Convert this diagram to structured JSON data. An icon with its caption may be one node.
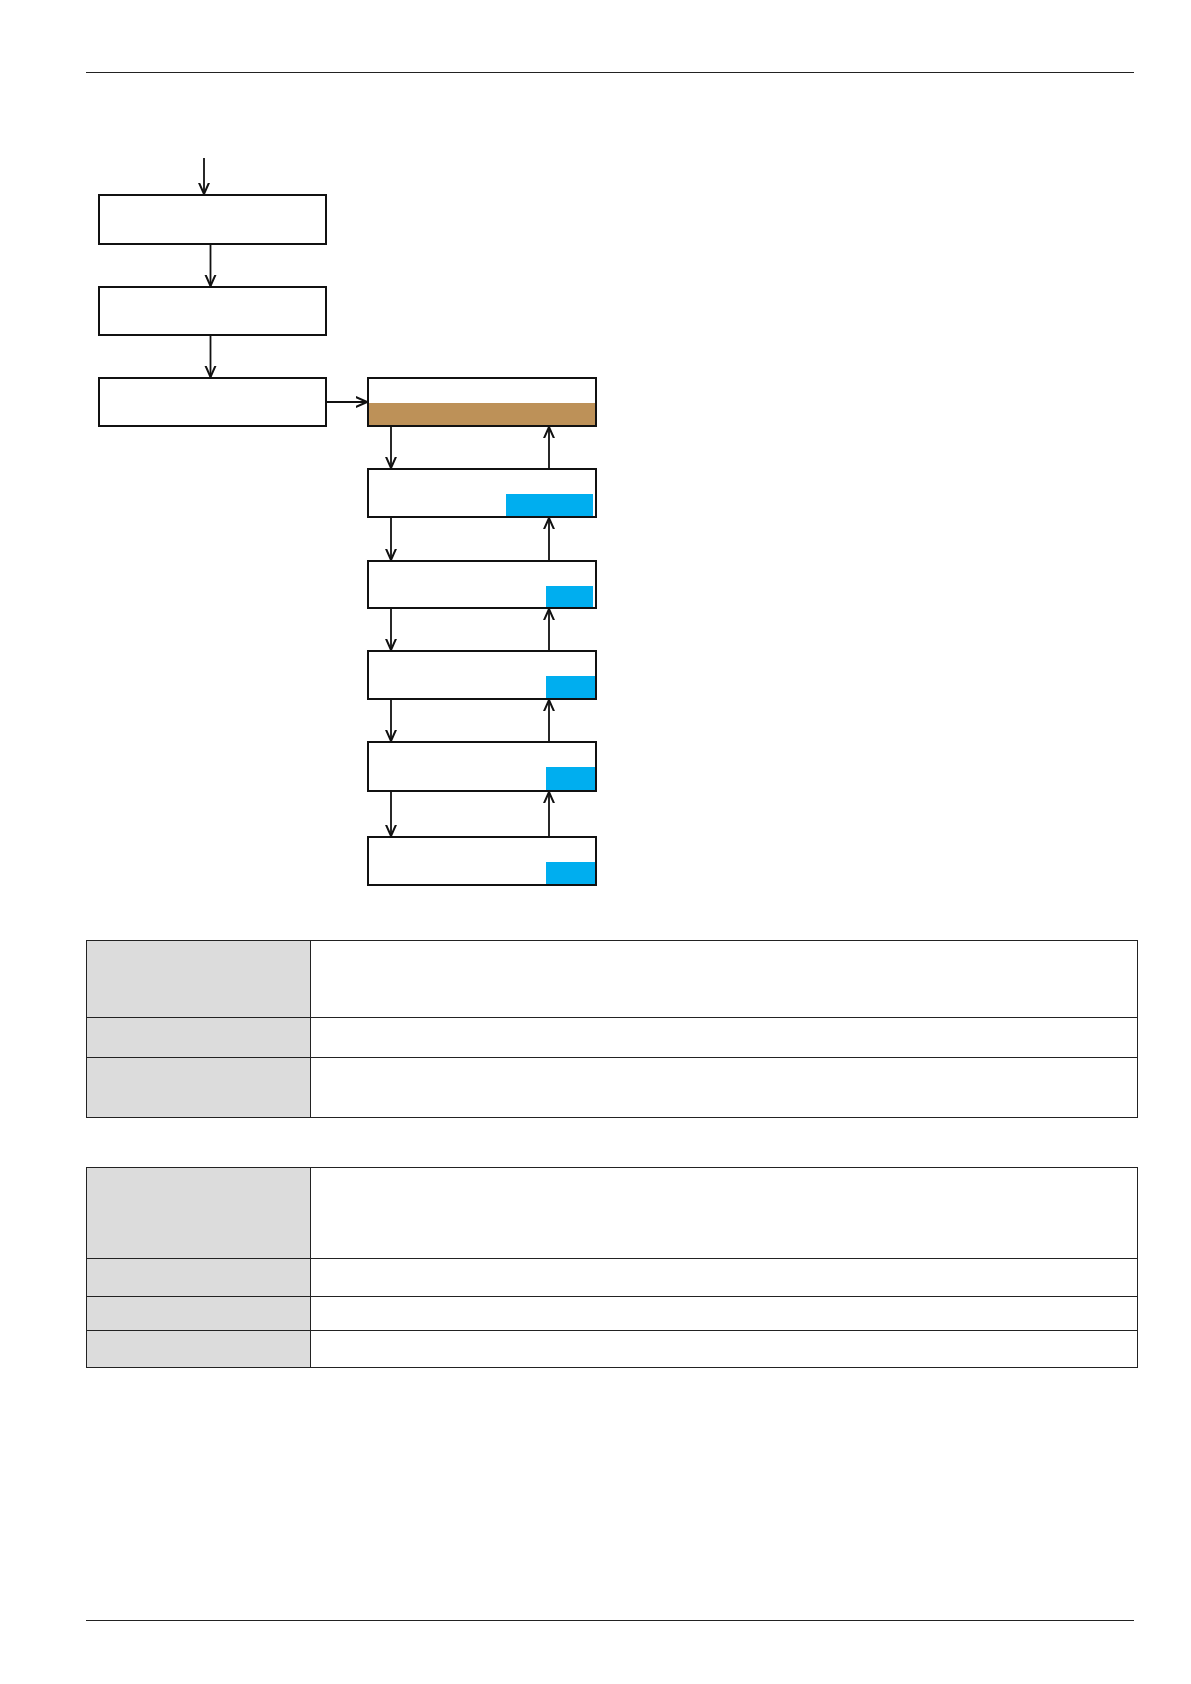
{
  "diagram": {
    "nodes": [
      {
        "text": [],
        "shape": "box"
      },
      {
        "text": [],
        "shape": "box"
      },
      {
        "text": [],
        "shape": "box"
      },
      {
        "text": [],
        "shape": "box"
      },
      {
        "text": [],
        "shape": "box"
      },
      {
        "text": [],
        "shape": "box"
      },
      {
        "text": [],
        "shape": "box"
      },
      {
        "text": [],
        "shape": "box"
      },
      {
        "text": [],
        "shape": "box"
      }
    ],
    "edges": [
      {
        "from": null,
        "to": 0,
        "arrow": "to"
      },
      {
        "from": 0,
        "to": 1,
        "arrow": "to"
      },
      {
        "from": 1,
        "to": 2,
        "arrow": "to"
      },
      {
        "from": 2,
        "to": 3,
        "arrow": "to"
      },
      {
        "from": 3,
        "to": 4,
        "arrow": "to"
      },
      {
        "from": 4,
        "to": 3,
        "arrow": "to"
      },
      {
        "from": 4,
        "to": 5,
        "arrow": "to"
      },
      {
        "from": 5,
        "to": 4,
        "arrow": "to"
      },
      {
        "from": 5,
        "to": 6,
        "arrow": "to"
      },
      {
        "from": 6,
        "to": 5,
        "arrow": "to"
      },
      {
        "from": 6,
        "to": 7,
        "arrow": "to"
      },
      {
        "from": 7,
        "to": 6,
        "arrow": "to"
      },
      {
        "from": 7,
        "to": 8,
        "arrow": "to"
      },
      {
        "from": 8,
        "to": 7,
        "arrow": "to"
      }
    ]
  }
}
